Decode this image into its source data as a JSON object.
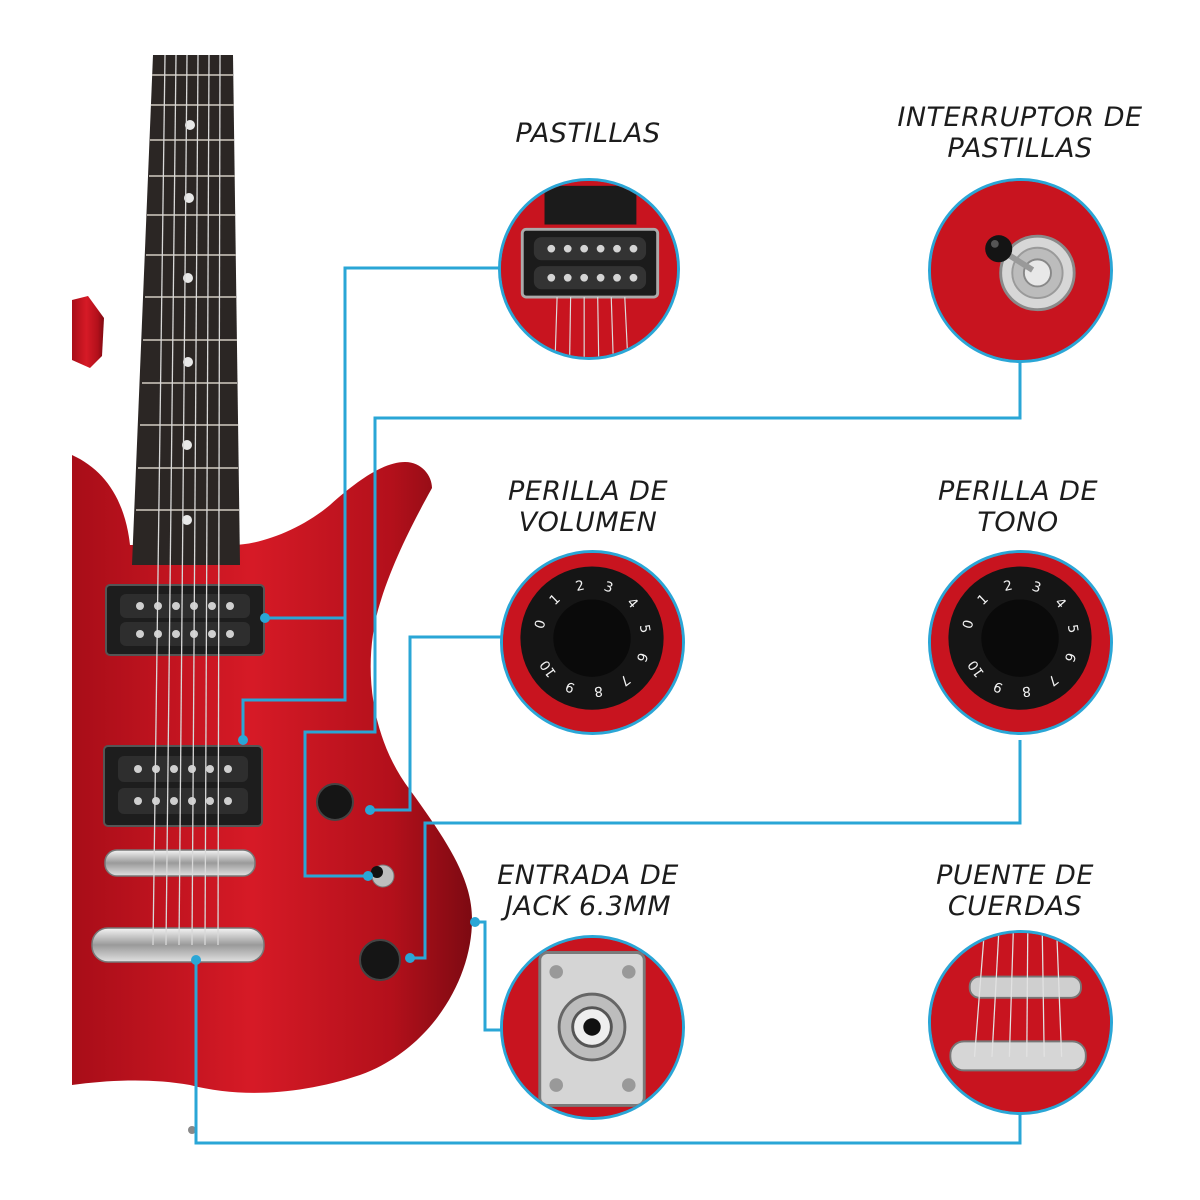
{
  "labels": {
    "pastillas": "PASTILLAS",
    "interruptor": "INTERRUPTOR DE\nPASTILLAS",
    "volumen": "PERILLA DE\nVOLUMEN",
    "tono": "PERILLA DE\nTONO",
    "jack": "ENTRADA DE\nJACK 6.3MM",
    "puente": "PUENTE DE\nCUERDAS"
  },
  "knob_numbers": [
    "0",
    "1",
    "2",
    "3",
    "4",
    "5",
    "6",
    "7",
    "8",
    "9",
    "10"
  ],
  "colors": {
    "guitar_body": "#c9141f",
    "leader_line": "#2aa6d6",
    "fretboard": "#2b2624",
    "label_text": "#1c1c1c"
  }
}
